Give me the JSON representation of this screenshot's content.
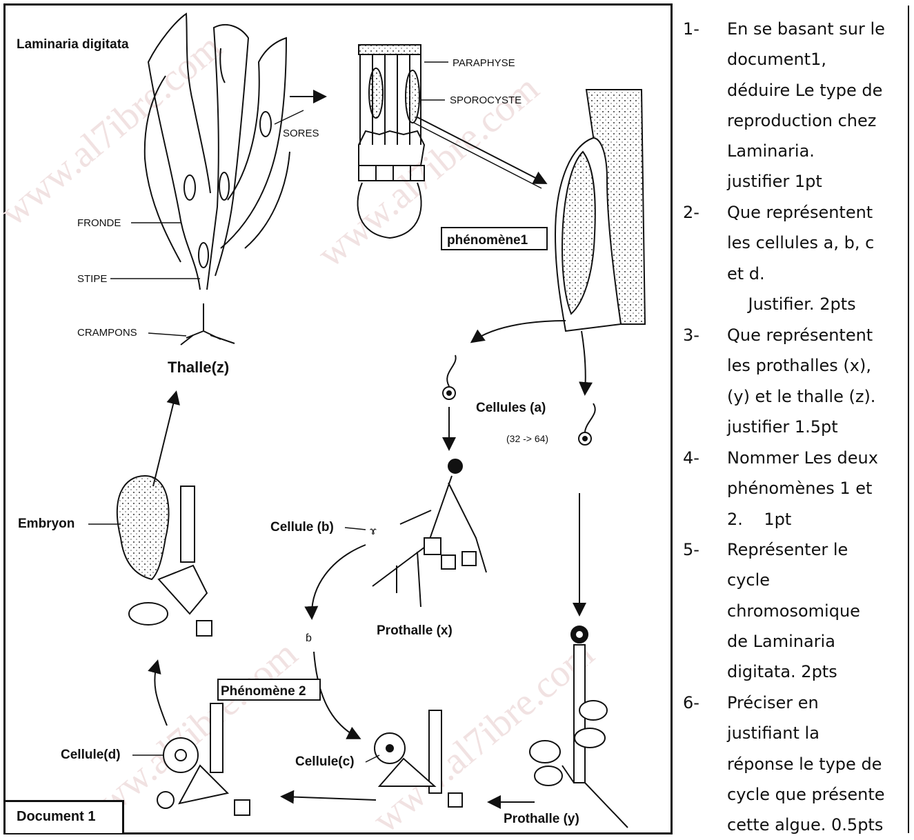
{
  "figure": {
    "species": "Laminaria digitata",
    "document_label": "Document 1",
    "labels": {
      "sores": "SORES",
      "paraphyse": "PARAPHYSE",
      "sporocyste": "SPOROCYSTE",
      "fronde": "FRONDE",
      "stipe": "STIPE",
      "crampons": "CRAMPONS",
      "thalle": "Thalle(z)",
      "phenomene1": "phénomène1",
      "phenomene2": "Phénomène 2",
      "cellules_a": "Cellules (a)",
      "count": "(32 -> 64)",
      "embryon": "Embryon",
      "cellule_b": "Cellule (b)",
      "prothalle_x": "Prothalle (x)",
      "cellule_d": "Cellule(d)",
      "cellule_c": "Cellule(c)",
      "prothalle_y": "Prothalle (y)"
    },
    "watermarks": [
      "www.al7ibre.com",
      "www.al7ibre.com",
      "www.al7ibre.com",
      "www.al7ibre.com"
    ]
  },
  "questions": [
    {
      "num": "1-",
      "lines": [
        "En se basant sur le",
        "document1,",
        "déduire Le type de",
        "reproduction chez",
        "Laminaria.",
        "justifier 1pt"
      ]
    },
    {
      "num": "2-",
      "lines": [
        "Que représentent",
        "les cellules a, b, c",
        "et d.",
        "    Justifier. 2pts"
      ]
    },
    {
      "num": "3-",
      "lines": [
        "Que représentent",
        "les prothalles (x),",
        "(y) et le thalle (z).",
        "justifier 1.5pt"
      ]
    },
    {
      "num": "4-",
      "lines": [
        "Nommer Les deux",
        "phénomènes 1 et",
        "2.    1pt"
      ]
    },
    {
      "num": "5-",
      "lines": [
        "Représenter le",
        "cycle",
        "chromosomique",
        "de Laminaria",
        "digitata. 2pts"
      ]
    },
    {
      "num": "6-",
      "lines": [
        "Préciser en",
        "justifiant la",
        "réponse le type de",
        "cycle que présente",
        "cette algue. 0.5pts"
      ]
    }
  ]
}
